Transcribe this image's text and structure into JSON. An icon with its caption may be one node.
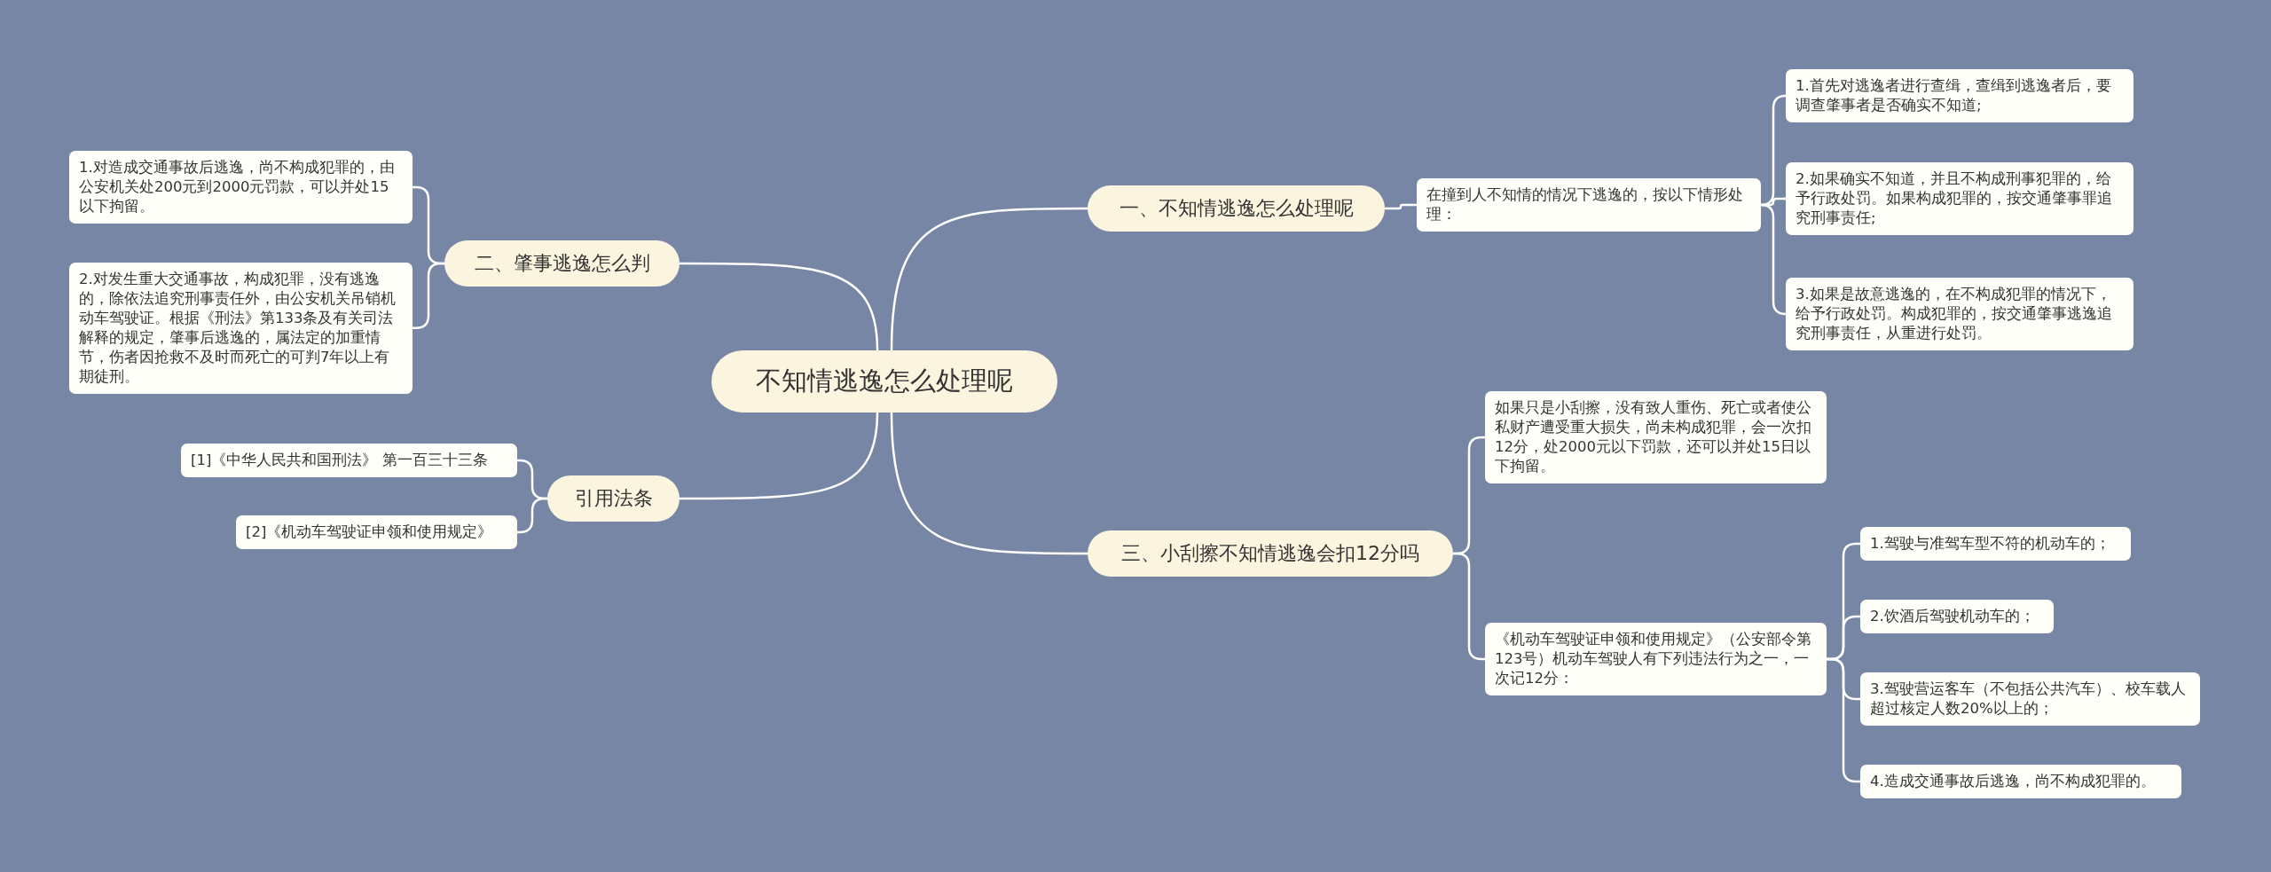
{
  "diagram": {
    "nodes": [
      {
        "text": [
          "不知情逃逸怎么处理呢"
        ]
      },
      {
        "text": [
          "一、不知情逃逸怎么处理呢"
        ]
      },
      {
        "text": [
          "在撞到人不知情的情况下逃逸的，按以下情形处理："
        ]
      },
      {
        "text": [
          "1.首先对逃逸者进行查缉，查缉到逃逸者后，要调查肇事者是否确实不知道;"
        ]
      },
      {
        "text": [
          "2.如果确实不知道，并且不构成刑事犯罪的，给予行政处罚。如果构成犯罪的，按交通肇事罪追究刑事责任;"
        ]
      },
      {
        "text": [
          "3.如果是故意逃逸的，在不构成犯罪的情况下，给予行政处罚。构成犯罪的，按交通肇事逃逸追究刑事责任，从重进行处罚。"
        ]
      },
      {
        "text": [
          "二、肇事逃逸怎么判"
        ]
      },
      {
        "text": [
          "1.对造成交通事故后逃逸，尚不构成犯罪的，由公安机关处200元到2000元罚款，可以并处15以下拘留。"
        ]
      },
      {
        "text": [
          "2.对发生重大交通事故，构成犯罪，没有逃逸的，除依法追究刑事责任外，由公安机关吊销机动车驾驶证。根据《刑法》第133条及有关司法解释的规定，肇事后逃逸的，属法定的加重情节，伤者因抢救不及时而死亡的可判7年以上有期徒刑。"
        ]
      },
      {
        "text": [
          "引用法条"
        ]
      },
      {
        "text": [
          "[1]《中华人民共和国刑法》 第一百三十三条"
        ]
      },
      {
        "text": [
          "[2]《机动车驾驶证申领和使用规定》"
        ]
      },
      {
        "text": [
          "三、小刮擦不知情逃逸会扣12分吗"
        ]
      },
      {
        "text": [
          "如果只是小刮擦，没有致人重伤、死亡或者使公私财产遭受重大损失，尚未构成犯罪，会一次扣12分，处2000元以下罚款，还可以并处15日以下拘留。"
        ]
      },
      {
        "text": [
          "《机动车驾驶证申领和使用规定》（公安部令第123号）机动车驾驶人有下列违法行为之一，一次记12分："
        ]
      },
      {
        "text": [
          "1.驾驶与准驾车型不符的机动车的；"
        ]
      },
      {
        "text": [
          "2.饮酒后驾驶机动车的；"
        ]
      },
      {
        "text": [
          "3.驾驶营运客车（不包括公共汽车）、校车载人超过核定人数20%以上的；"
        ]
      },
      {
        "text": [
          "4.造成交通事故后逃逸，尚不构成犯罪的。"
        ]
      }
    ],
    "edges": [
      {
        "from": 0,
        "to": 1,
        "arrow": "none"
      },
      {
        "from": 1,
        "to": 2,
        "arrow": "none"
      },
      {
        "from": 2,
        "to": 3,
        "arrow": "none"
      },
      {
        "from": 2,
        "to": 4,
        "arrow": "none"
      },
      {
        "from": 2,
        "to": 5,
        "arrow": "none"
      },
      {
        "from": 0,
        "to": 6,
        "arrow": "none"
      },
      {
        "from": 6,
        "to": 7,
        "arrow": "none"
      },
      {
        "from": 6,
        "to": 8,
        "arrow": "none"
      },
      {
        "from": 0,
        "to": 9,
        "arrow": "none"
      },
      {
        "from": 9,
        "to": 10,
        "arrow": "none"
      },
      {
        "from": 9,
        "to": 11,
        "arrow": "none"
      },
      {
        "from": 0,
        "to": 12,
        "arrow": "none"
      },
      {
        "from": 12,
        "to": 13,
        "arrow": "none"
      },
      {
        "from": 12,
        "to": 14,
        "arrow": "none"
      },
      {
        "from": 14,
        "to": 15,
        "arrow": "none"
      },
      {
        "from": 14,
        "to": 16,
        "arrow": "none"
      },
      {
        "from": 14,
        "to": 17,
        "arrow": "none"
      },
      {
        "from": 14,
        "to": 18,
        "arrow": "none"
      }
    ]
  }
}
